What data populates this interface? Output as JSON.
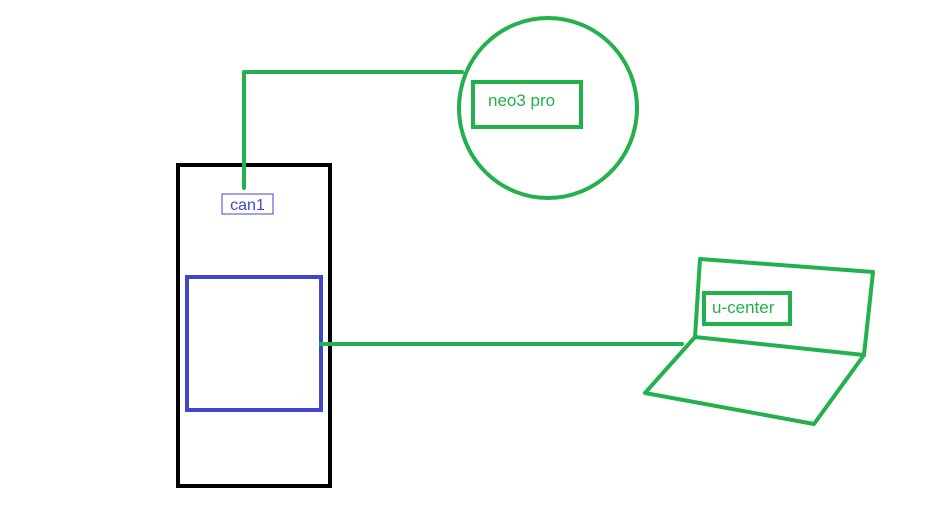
{
  "colors": {
    "green": "#22b14c",
    "blue": "#3f48cc",
    "black": "#000000",
    "background": "#ffffff"
  },
  "labels": {
    "gps_module": "neo3 pro",
    "can_port": "can1",
    "laptop_app": "u-center"
  }
}
